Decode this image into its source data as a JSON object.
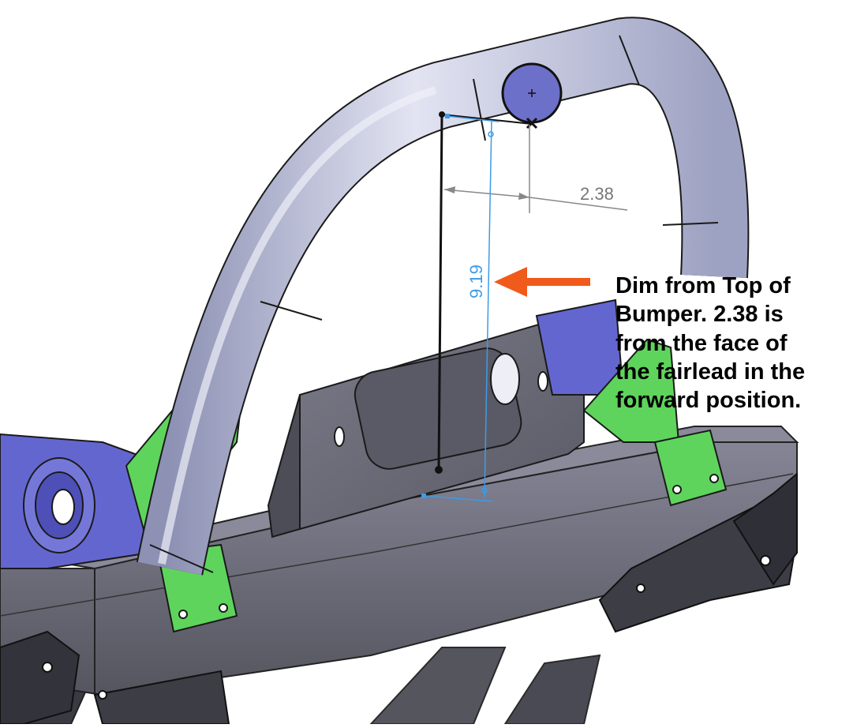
{
  "dimensions": {
    "horizontal_value": "2.38",
    "vertical_value": "9.19"
  },
  "annotation": {
    "lines": [
      "Dim from Top of",
      "Bumper. 2.38 is",
      "from the face of",
      "the fairlead in the",
      "forward position."
    ]
  },
  "colors": {
    "steel": "#6c6c7a",
    "steel_dark": "#3e3e4a",
    "steel_light": "#9a9aaa",
    "tube": "#b4b8d4",
    "tube_shadow": "#8a8eb0",
    "green_bracket": "#5fd45c",
    "blue_part": "#6466d0",
    "dimension_blue": "#3d9be6",
    "dimension_gray": "#888888",
    "arrow_orange": "#f05a1a",
    "sketch_black": "#111111"
  }
}
